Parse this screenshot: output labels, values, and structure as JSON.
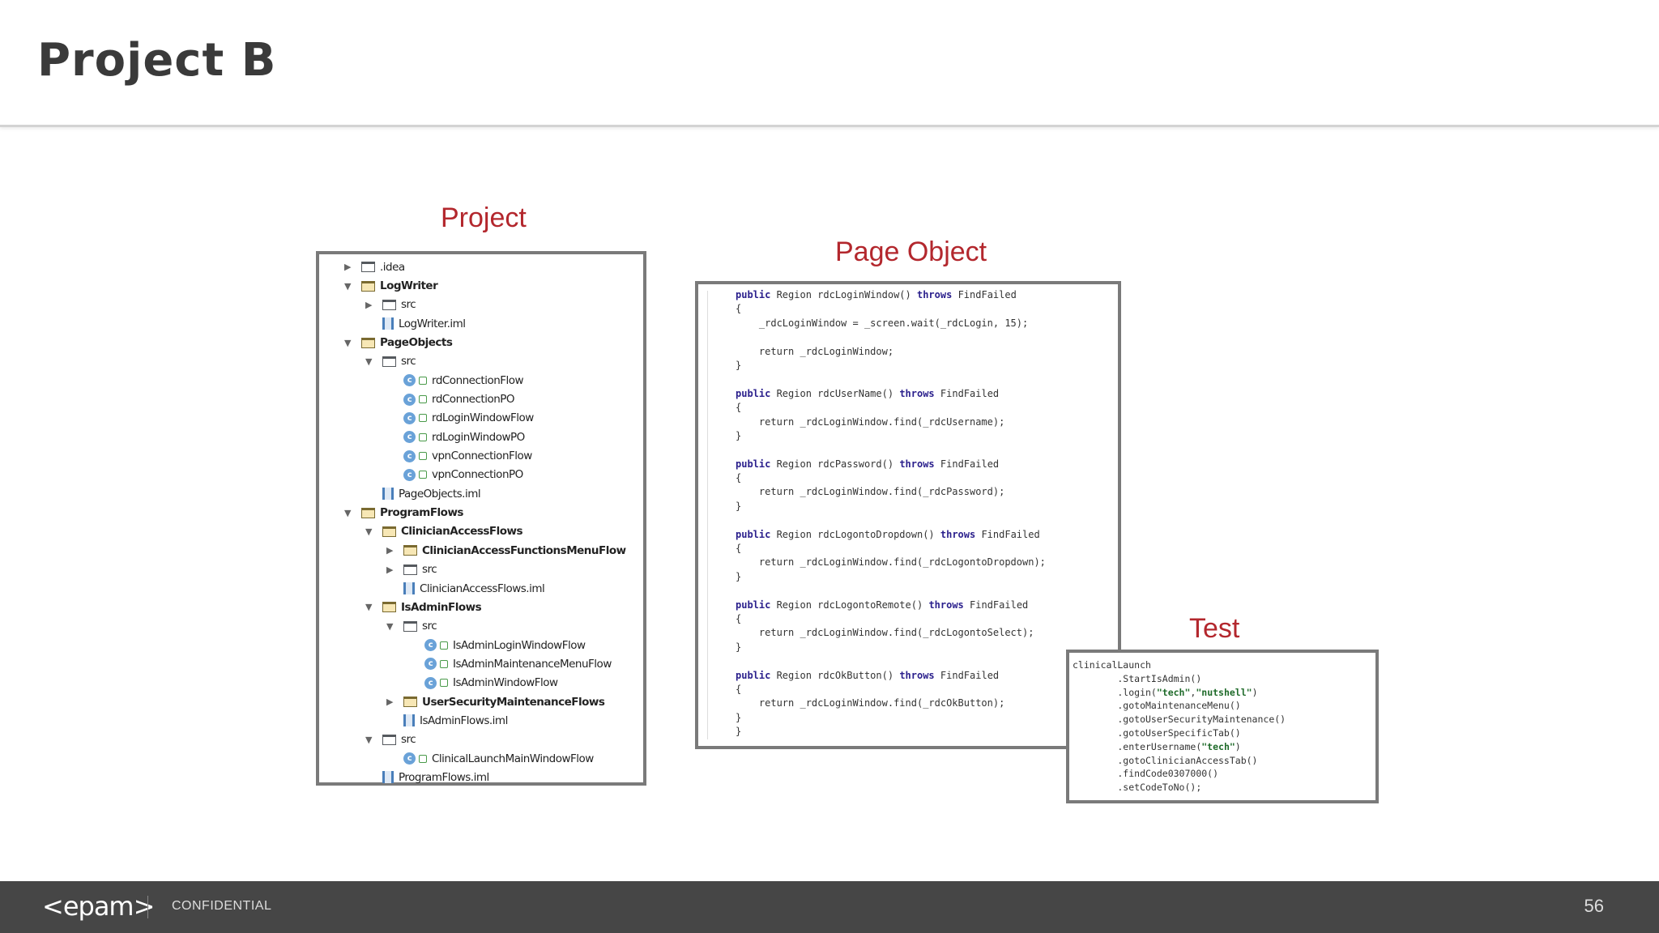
{
  "slide": {
    "title": "Project B",
    "page_number": "56"
  },
  "captions": {
    "project": "Project",
    "page_object": "Page Object",
    "test": "Test"
  },
  "tree": [
    {
      "label": ".idea",
      "arrow": "▶",
      "icon": "folder",
      "indent": 0
    },
    {
      "label": "LogWriter",
      "arrow": "▼",
      "icon": "module-folder",
      "indent": 0,
      "bold": true
    },
    {
      "label": "src",
      "arrow": "▶",
      "icon": "folder",
      "indent": 1
    },
    {
      "label": "LogWriter.iml",
      "arrow": "",
      "icon": "iml",
      "indent": 1
    },
    {
      "label": "PageObjects",
      "arrow": "▼",
      "icon": "module-folder",
      "indent": 0,
      "bold": true
    },
    {
      "label": "src",
      "arrow": "▼",
      "icon": "folder",
      "indent": 1
    },
    {
      "label": "rdConnectionFlow",
      "arrow": "",
      "icon": "class",
      "indent": 2
    },
    {
      "label": "rdConnectionPO",
      "arrow": "",
      "icon": "class",
      "indent": 2
    },
    {
      "label": "rdLoginWindowFlow",
      "arrow": "",
      "icon": "class",
      "indent": 2
    },
    {
      "label": "rdLoginWindowPO",
      "arrow": "",
      "icon": "class",
      "indent": 2
    },
    {
      "label": "vpnConnectionFlow",
      "arrow": "",
      "icon": "class",
      "indent": 2
    },
    {
      "label": "vpnConnectionPO",
      "arrow": "",
      "icon": "class",
      "indent": 2
    },
    {
      "label": "PageObjects.iml",
      "arrow": "",
      "icon": "iml",
      "indent": 1
    },
    {
      "label": "ProgramFlows",
      "arrow": "▼",
      "icon": "module-folder",
      "indent": 0,
      "bold": true
    },
    {
      "label": "ClinicianAccessFlows",
      "arrow": "▼",
      "icon": "module-folder",
      "indent": 1,
      "bold": true
    },
    {
      "label": "ClinicianAccessFunctionsMenuFlow",
      "arrow": "▶",
      "icon": "module-folder",
      "indent": 2,
      "bold": true
    },
    {
      "label": "src",
      "arrow": "▶",
      "icon": "folder",
      "indent": 2
    },
    {
      "label": "ClinicianAccessFlows.iml",
      "arrow": "",
      "icon": "iml",
      "indent": 2
    },
    {
      "label": "IsAdminFlows",
      "arrow": "▼",
      "icon": "module-folder",
      "indent": 1,
      "bold": true
    },
    {
      "label": "src",
      "arrow": "▼",
      "icon": "folder",
      "indent": 2
    },
    {
      "label": "IsAdminLoginWindowFlow",
      "arrow": "",
      "icon": "class",
      "indent": 3
    },
    {
      "label": "IsAdminMaintenanceMenuFlow",
      "arrow": "",
      "icon": "class",
      "indent": 3
    },
    {
      "label": "IsAdminWindowFlow",
      "arrow": "",
      "icon": "class",
      "indent": 3
    },
    {
      "label": "UserSecurityMaintenanceFlows",
      "arrow": "▶",
      "icon": "module-folder",
      "indent": 2,
      "bold": true
    },
    {
      "label": "IsAdminFlows.iml",
      "arrow": "",
      "icon": "iml",
      "indent": 2
    },
    {
      "label": "src",
      "arrow": "▼",
      "icon": "folder",
      "indent": 1
    },
    {
      "label": "ClinicalLaunchMainWindowFlow",
      "arrow": "",
      "icon": "class",
      "indent": 2
    },
    {
      "label": "ProgramFlows.iml",
      "arrow": "",
      "icon": "iml",
      "indent": 1
    }
  ],
  "code_lines": [
    "public Region rdcLoginWindow() throws FindFailed",
    "{",
    "    _rdcLoginWindow = _screen.wait(_rdcLogin, 15);",
    "",
    "    return _rdcLoginWindow;",
    "}",
    "",
    "public Region rdcUserName() throws FindFailed",
    "{",
    "    return _rdcLoginWindow.find(_rdcUsername);",
    "}",
    "",
    "public Region rdcPassword() throws FindFailed",
    "{",
    "    return _rdcLoginWindow.find(_rdcPassword);",
    "}",
    "",
    "public Region rdcLogontoDropdown() throws FindFailed",
    "{",
    "    return _rdcLoginWindow.find(_rdcLogontoDropdown);",
    "}",
    "",
    "public Region rdcLogontoRemote() throws FindFailed",
    "{",
    "    return _rdcLoginWindow.find(_rdcLogontoSelect);",
    "}",
    "",
    "public Region rdcOkButton() throws FindFailed",
    "{",
    "    return _rdcLoginWindow.find(_rdcOkButton);",
    "}",
    "}"
  ],
  "test_lines": [
    "clinicalLaunch",
    "        .StartIsAdmin()",
    "        .login(\"tech\",\"nutshell\")",
    "        .gotoMaintenanceMenu()",
    "        .gotoUserSecurityMaintenance()",
    "        .gotoUserSpecificTab()",
    "        .enterUsername(\"tech\")",
    "        .gotoClinicianAccessTab()",
    "        .findCode0307000()",
    "        .setCodeToNo();"
  ],
  "footer": {
    "logo": "<epam>",
    "confidential": "CONFIDENTIAL"
  },
  "colors": {
    "caption": "#b3272d",
    "footer_bg": "#464646",
    "keyword": "#2a1f8c"
  }
}
